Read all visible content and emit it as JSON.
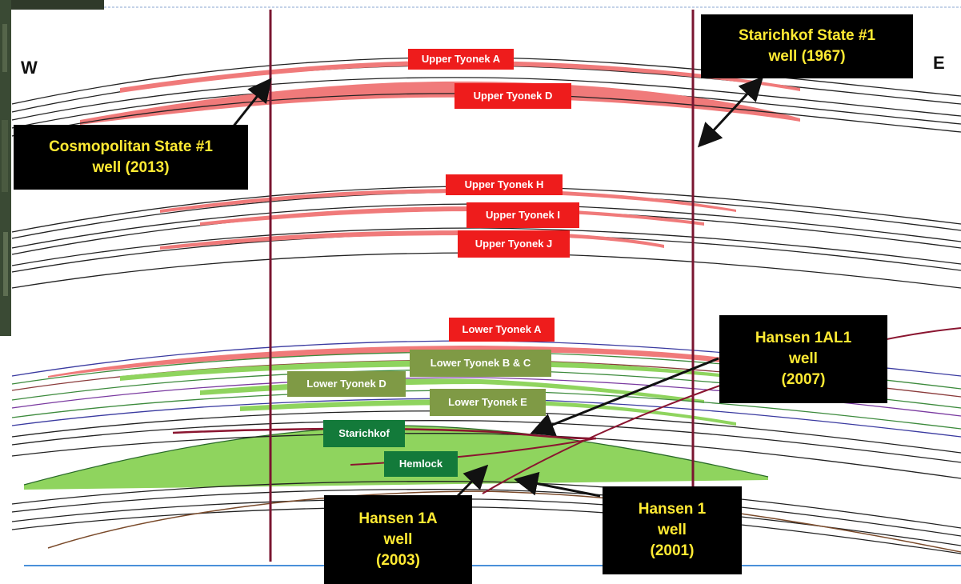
{
  "compass": {
    "west": "W",
    "east": "E"
  },
  "horizon_labels": {
    "upper_tyonek_a": "Upper Tyonek A",
    "upper_tyonek_d": "Upper Tyonek D",
    "upper_tyonek_h": "Upper Tyonek H",
    "upper_tyonek_i": "Upper Tyonek I",
    "upper_tyonek_j": "Upper Tyonek J",
    "lower_tyonek_a": "Lower Tyonek A",
    "lower_tyonek_bc": "Lower Tyonek B & C",
    "lower_tyonek_d": "Lower Tyonek D",
    "lower_tyonek_e": "Lower Tyonek E",
    "starichkof": "Starichkof",
    "hemlock": "Hemlock"
  },
  "wells": {
    "cosmopolitan": {
      "line1": "Cosmopolitan State #1",
      "line2": "well (2013)"
    },
    "starichkof_state": {
      "line1": "Starichkof State #1",
      "line2": "well (1967)"
    },
    "hansen_1al1": {
      "line1": "Hansen 1AL1",
      "line2": "well",
      "line3": "(2007)"
    },
    "hansen_1a": {
      "line1": "Hansen 1A",
      "line2": "well",
      "line3": "(2003)"
    },
    "hansen_1": {
      "line1": "Hansen 1",
      "line2": "well",
      "line3": "(2001)"
    }
  },
  "colors": {
    "upper_horizon": "#f07a7a",
    "lower_horizon_green": "#8fd45e",
    "well_trace": "#7a1530",
    "callout_bg": "#000000",
    "callout_text": "#ffea33",
    "red_label": "#ee1c1c",
    "olive_label": "#7f9a45",
    "dark_green_label": "#137a3a"
  }
}
